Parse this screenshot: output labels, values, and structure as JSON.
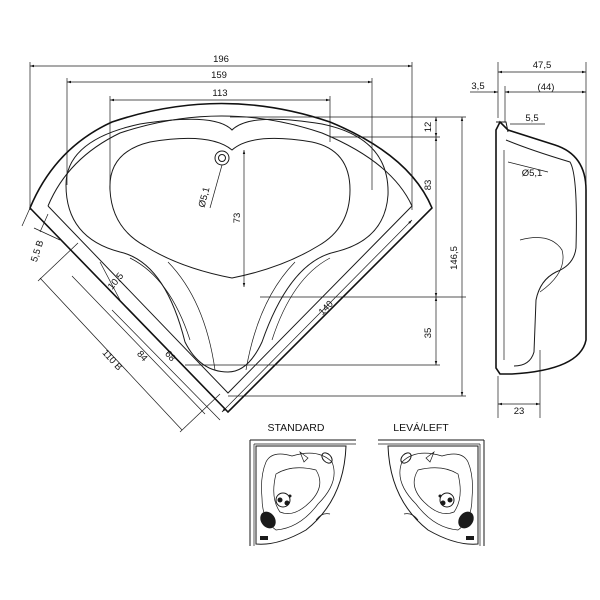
{
  "dimensions": {
    "d196": "196",
    "d159": "159",
    "d113": "113",
    "d12": "12",
    "d83": "83",
    "d73": "73",
    "d146_5": "146,5",
    "d35": "35",
    "d140": "140",
    "d5_1_main": "Ø5,1",
    "d5_5_b": "5,5 B",
    "d10_5": "10,5",
    "d110_b": "110 B",
    "d84": "84",
    "d68": "68",
    "side_47_5": "47,5",
    "side_3_5": "3,5",
    "side_44": "(44)",
    "side_5_5": "5,5",
    "side_5_1": "Ø5,1",
    "side_23": "23"
  },
  "variants": {
    "standard": "STANDARD",
    "left": "LEVÁ/LEFT"
  }
}
